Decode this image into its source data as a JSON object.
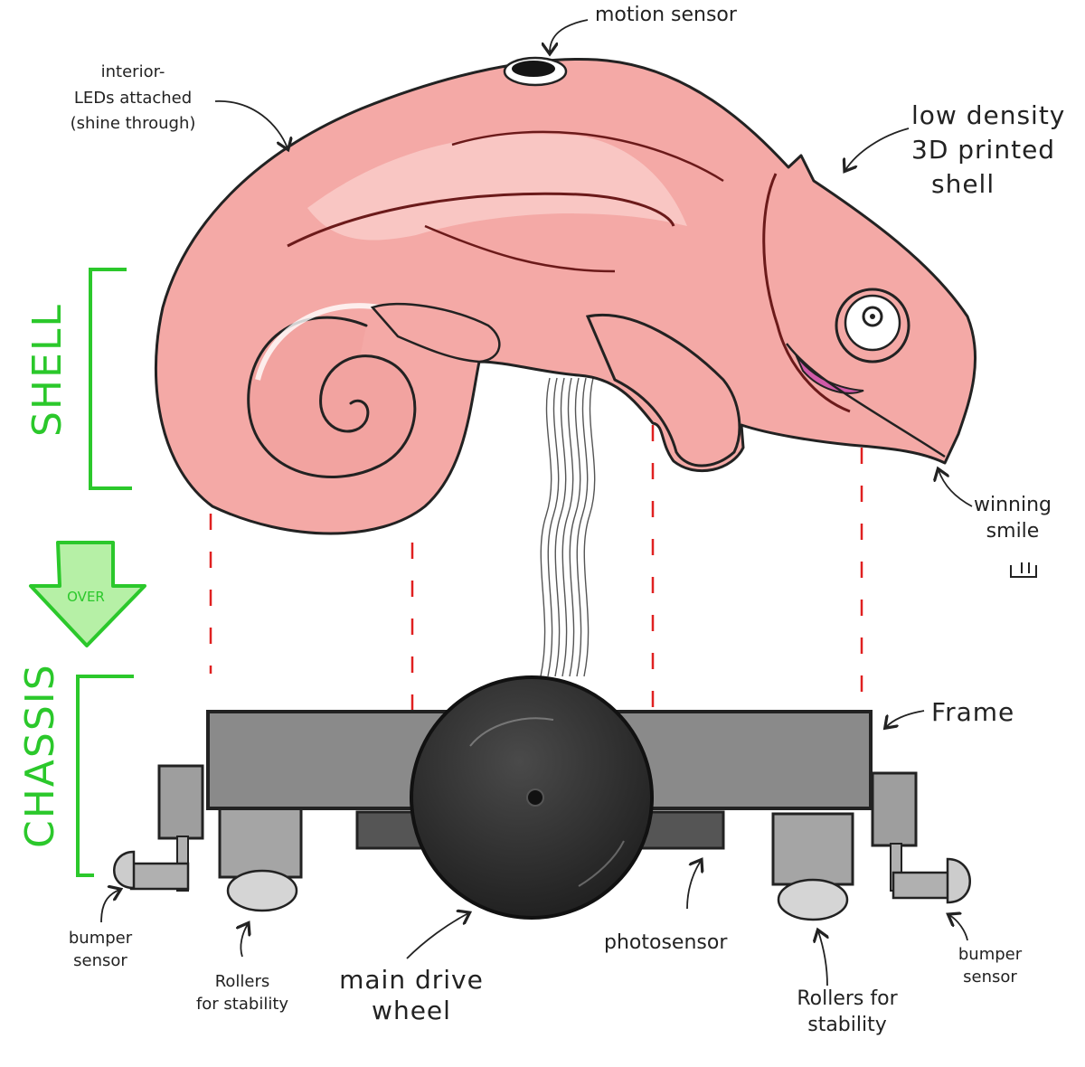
{
  "sections": {
    "shell": "SHELL",
    "chassis": "CHASSIS",
    "arrow": "OVER"
  },
  "labels": {
    "motion_sensor": "motion sensor",
    "interior_leds_1": "interior-",
    "interior_leds_2": "LEDs attached",
    "interior_leds_3": "(shine through)",
    "low_density_1": "low density",
    "low_density_2": "3D printed",
    "low_density_3": "shell",
    "winning_1": "winning",
    "winning_2": "smile",
    "frame": "Frame",
    "bumper_left_1": "bumper",
    "bumper_left_2": "sensor",
    "rollers_left_1": "Rollers",
    "rollers_left_2": "for stability",
    "wheel_1": "main drive",
    "wheel_2": "wheel",
    "photosensor": "photosensor",
    "rollers_right_1": "Rollers for",
    "rollers_right_2": "stability",
    "bumper_right_1": "bumper",
    "bumper_right_2": "sensor"
  },
  "colors": {
    "shell_pink": "#f4a9a6",
    "shell_light": "#f9c6c3",
    "outline": "#222222",
    "guide_green": "#2bc82b",
    "dash_red": "#e02020",
    "frame_gray": "#8a8a8a",
    "wheel_black": "#2e2e2e"
  }
}
